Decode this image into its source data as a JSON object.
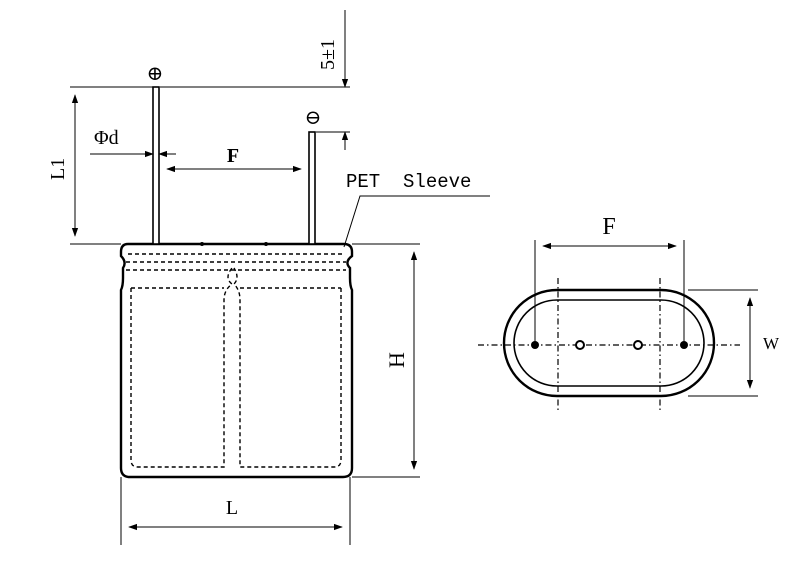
{
  "labels": {
    "plus": "⊕",
    "minus": "⊖",
    "lead_spacing": "5±1",
    "lead_length": "L1",
    "lead_diameter": "Φd",
    "pitch_side": "F",
    "sleeve": "PET  Sleeve",
    "height": "H",
    "length": "L",
    "pitch_top": "F",
    "width": "W"
  }
}
